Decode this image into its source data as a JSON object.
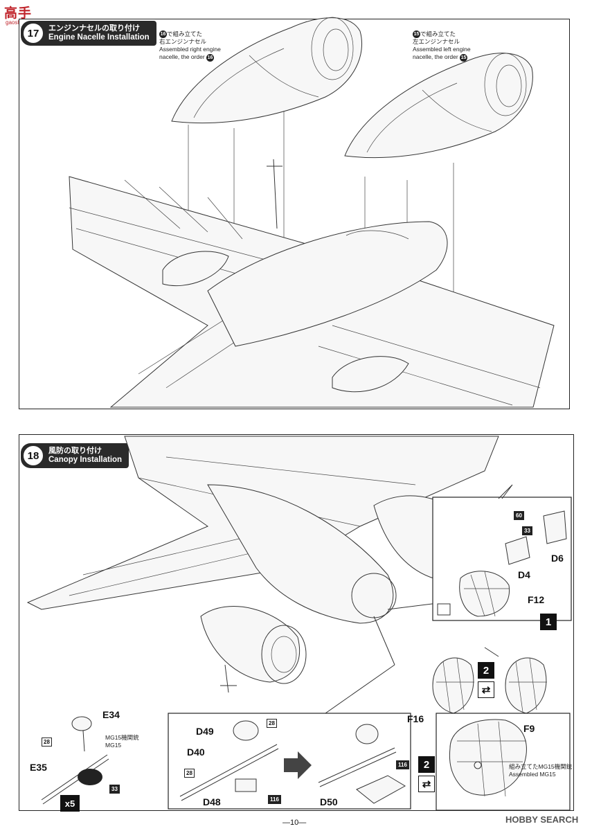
{
  "logo": {
    "mark": "高手",
    "url": "gaoshou.com"
  },
  "step17": {
    "number": "17",
    "title_jp": "エンジンナセルの取り付け",
    "title_en": "Engine Nacelle Installation",
    "note_right": {
      "badge": "16",
      "line1": "で組み立てた",
      "line2": "右エンジンナセル",
      "line3": "Assembled right engine",
      "line4": "nacelle, the order"
    },
    "note_left": {
      "badge": "15",
      "line1": "で組み立てた",
      "line2": "左エンジンナセル",
      "line3": "Assembled left engine",
      "line4": "nacelle, the order"
    }
  },
  "step18": {
    "number": "18",
    "title_jp": "風防の取り付け",
    "title_en": "Canopy Installation"
  },
  "parts": {
    "F12": "F12",
    "F16": "F16",
    "F9": "F9",
    "D4": "D4",
    "D6": "D6",
    "E34": "E34",
    "E35": "E35",
    "D49": "D49",
    "D40": "D40",
    "D48": "D48",
    "D50": "D50",
    "n60": "60",
    "n33": "33",
    "n28": "28",
    "n116": "116",
    "mg15_jp": "MG15機関銃",
    "mg15_en": "MG15",
    "times5": "x5",
    "assembled_jp": "組み立てたMG15機関銃",
    "assembled_en": "Assembled MG15",
    "icon_one": "1",
    "icon_two": "2"
  },
  "footer": {
    "page": "—10—",
    "watermark": "HOBBY SEARCH"
  }
}
